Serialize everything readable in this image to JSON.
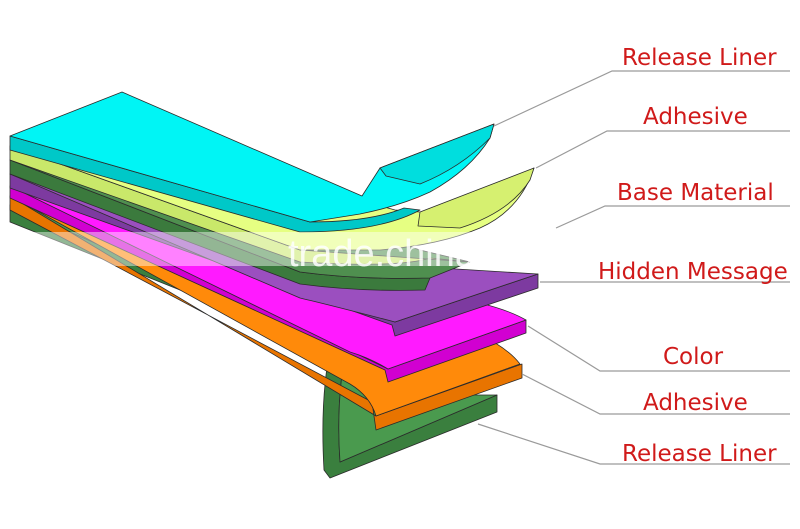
{
  "labels": {
    "release_liner_top": "Release Liner",
    "adhesive_top": "Adhesive",
    "base_material": "Base Material",
    "hidden_message": "Hidden Message",
    "color": "Color",
    "adhesive_bottom": "Adhesive",
    "release_liner_bottom": "Release Liner"
  },
  "watermark": "trade.china.cn",
  "colors": {
    "release_liner_top": "#00f5f5",
    "adhesive_top": "#e6ff82",
    "base_material": "#4a8f4a",
    "hidden_message": "#9b4fbf",
    "color": "#ff1aff",
    "adhesive_bottom": "#ff8a0a",
    "release_liner_bottom": "#3f8f47",
    "label_text": "#d01a1a"
  }
}
